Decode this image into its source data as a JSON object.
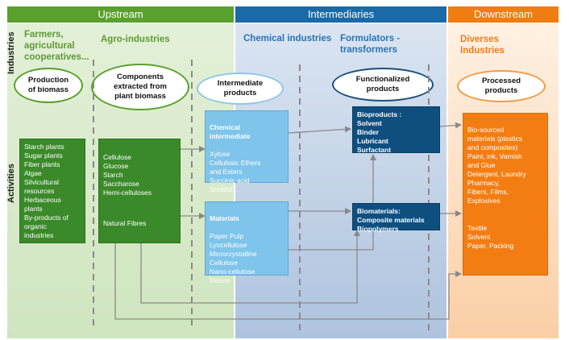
{
  "headers": {
    "upstream": "Upstream",
    "intermediaries": "Intermediaries",
    "downstream": "Downstream"
  },
  "side_labels": {
    "industries": "Industries",
    "activities": "Activities"
  },
  "sections": {
    "farmers": "Farmers,\nagricultural\ncooperatives...",
    "agro": "Agro-industries",
    "chemical": "Chemical industries",
    "formulators": "Formulators -\ntransformers",
    "diverses": "Diverses\nIndustries"
  },
  "ovals": {
    "production": "Production\nof biomass",
    "components": "Components\nextracted from\nplant biomass",
    "intermediate": "Intermediate\nproducts",
    "functionalized": "Functionalized\nproducts",
    "processed": "Processed\nproducts"
  },
  "boxes": {
    "plants": "Starch plants\nSugar plants\nFiber plants\nAlgae\nSilvicultural\nresources\nHerbaceous\nplants\nBy-products of\norganic\nindustries",
    "components_list": "Cellulose\nGlucose\nStarch\nSaccharose\nHemi-celluloses",
    "natural_fibres": "Natural Fibres",
    "chemical_title": "Chemical\nintermediate",
    "chemical_list": "Xylose\nCellulosic Ethers\nand Esters\nSuccinic acid\nSorbitol…",
    "materials_title": "Materials",
    "materials_list": "Paper Pulp\nLyocellulose\nMicrocrystalline\nCellulose\nNano-cellulose\nResins",
    "bioproducts": "Bioproducts :\n    Solvent\n    Binder\n    Lubricant\n    Surfactant",
    "biomaterials": "Biomaterials:\n    Composite materials\n    Biopolymers",
    "biosourced": "Bio-sourced\nmaterials (plastics\nand composites)\nPaint, ink, Varnish\nand Glue\nDetergent, Laundry\nPharmacy,\nFibers, Films,\nExplosives",
    "textile": "Textile\nSolvent\nPaper, Packing"
  },
  "colors": {
    "upstream_header": "#5aa02c",
    "intermediaries_header": "#1a6aa8",
    "downstream_header": "#f07d0f",
    "upstream_bg": "#d6e9c8",
    "intermediaries_bg": "#c9d8ea",
    "downstream_bg": "#fde5cf",
    "green_box": "#3b8a2a",
    "light_blue_box": "#7fc4ea",
    "dark_blue_box": "#0e4f80",
    "orange_box": "#f47d13"
  }
}
